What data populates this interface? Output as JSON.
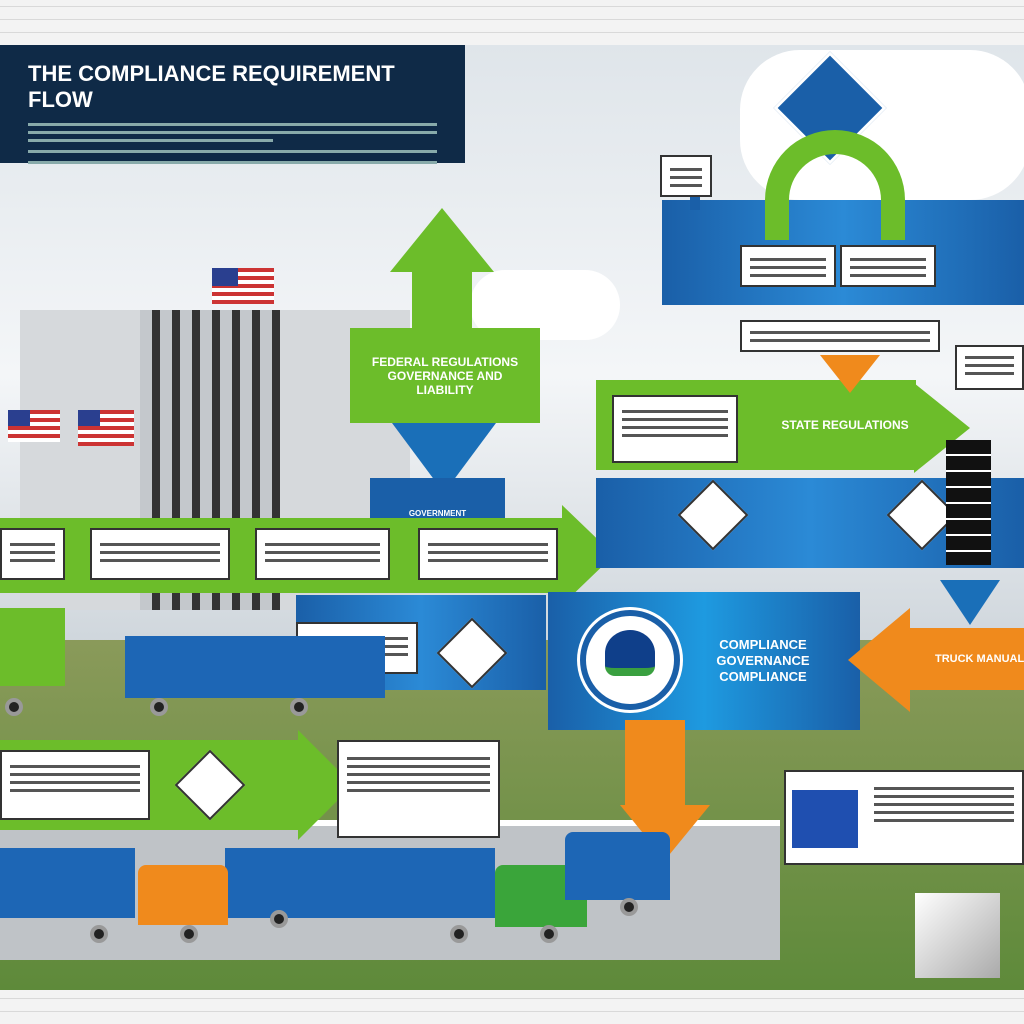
{
  "title": "THE COMPLIANCE REQUIREMENT FLOW",
  "nodes": {
    "federal": "FEDERAL REGULATIONS GOVERNANCE AND LIABILITY",
    "state": "STATE REGULATIONS",
    "compliance": "COMPLIANCE GOVERNANCE COMPLIANCE",
    "truck": "TRUCK MANUAL",
    "gov": "GOVERNMENT"
  },
  "colors": {
    "green": "#6cbd2a",
    "blue": "#1a5fa8",
    "orange": "#f08a1c",
    "navy": "#0f2a47"
  }
}
